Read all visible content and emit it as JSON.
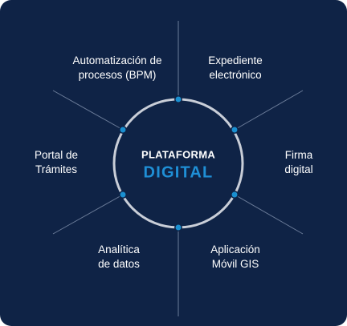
{
  "center": {
    "title": "PLATAFORMA",
    "subtitle": "DIGITAL"
  },
  "items": [
    {
      "label_line1": "Automatización de",
      "label_line2": "procesos (BPM)"
    },
    {
      "label_line1": "Expediente",
      "label_line2": "electrónico"
    },
    {
      "label_line1": "Firma",
      "label_line2": "digital"
    },
    {
      "label_line1": "Aplicación",
      "label_line2": "Móvil GIS"
    },
    {
      "label_line1": "Analítica",
      "label_line2": "de datos"
    },
    {
      "label_line1": "Portal de",
      "label_line2": "Trámites"
    }
  ],
  "colors": {
    "background": "#0f2346",
    "ring": "#c9ced8",
    "spoke": "#6b7c99",
    "node": "#1a8fd0",
    "accent": "#1f8fd6"
  }
}
